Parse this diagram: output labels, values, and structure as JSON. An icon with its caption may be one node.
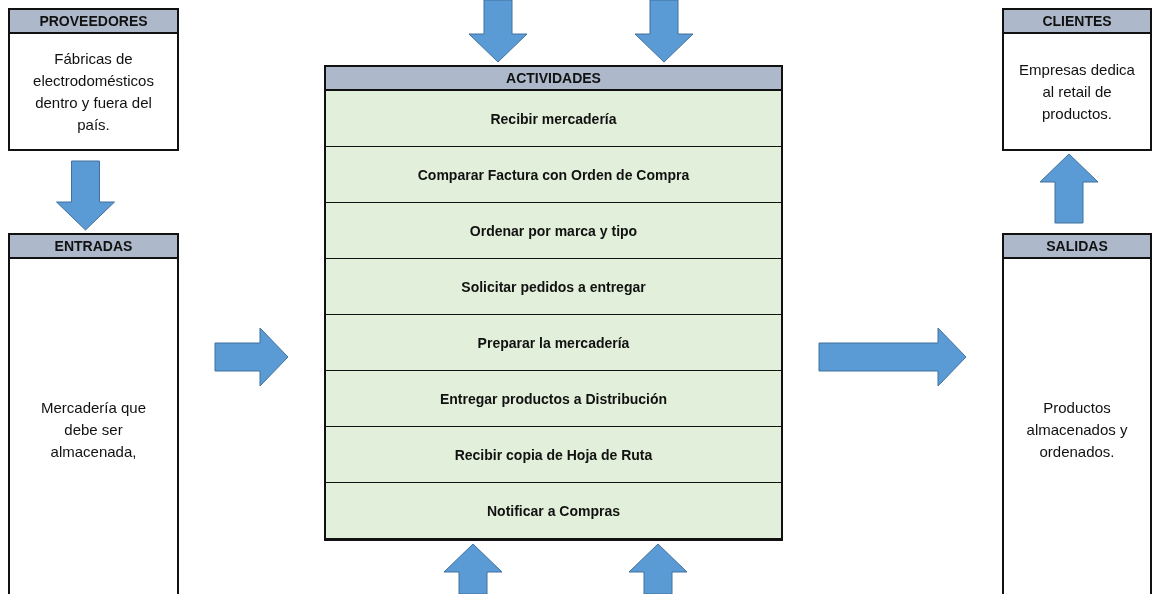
{
  "diagram": {
    "nodes": [
      {
        "text": [
          "PROVEEDORES",
          "Fábricas de electrodomésticos dentro y fuera del país."
        ]
      },
      {
        "text": [
          "ENTRADAS",
          "Mercadería que debe ser almacenada,"
        ]
      },
      {
        "text": [
          "ACTIVIDADES"
        ]
      },
      {
        "text": [
          "Recibir mercadería"
        ],
        "in": 2
      },
      {
        "text": [
          "Comparar Factura con Orden de Compra"
        ],
        "in": 2
      },
      {
        "text": [
          "Ordenar por marca y tipo"
        ],
        "in": 2
      },
      {
        "text": [
          "Solicitar pedidos a entregar"
        ],
        "in": 2
      },
      {
        "text": [
          "Preparar la mercadería"
        ],
        "in": 2
      },
      {
        "text": [
          "Entregar productos a Distribución"
        ],
        "in": 2
      },
      {
        "text": [
          "Recibir copia de Hoja de Ruta"
        ],
        "in": 2
      },
      {
        "text": [
          "Notificar a Compras"
        ],
        "in": 2
      },
      {
        "text": [
          "SALIDAS",
          "Productos almacenados y ordenados."
        ]
      },
      {
        "text": [
          "CLIENTES",
          "Empresas dedica al retail de productos."
        ]
      }
    ],
    "edges": [
      {
        "from": 0,
        "to": 1,
        "arrow": "to"
      },
      {
        "from": null,
        "to": 2,
        "arrow": "to"
      },
      {
        "from": null,
        "to": 2,
        "arrow": "to"
      },
      {
        "from": 1,
        "to": 2,
        "arrow": "to"
      },
      {
        "from": null,
        "to": 2,
        "arrow": "to"
      },
      {
        "from": null,
        "to": 2,
        "arrow": "to"
      },
      {
        "from": 2,
        "to": 11,
        "arrow": "to"
      },
      {
        "from": 11,
        "to": 12,
        "arrow": "to"
      }
    ]
  }
}
